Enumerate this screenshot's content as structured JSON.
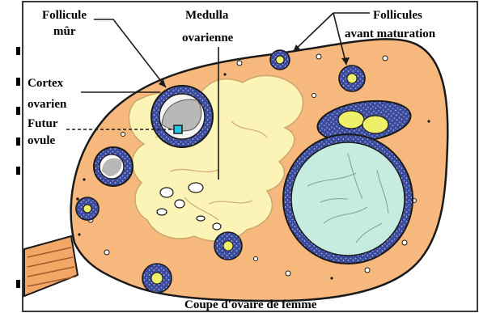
{
  "labels": {
    "follicule_mur": [
      "Follicule",
      "mûr"
    ],
    "medulla": [
      "Medulla",
      "ovarienne"
    ],
    "follicules_avant": [
      "Follicules",
      "avant maturation"
    ],
    "cortex": [
      "Cortex",
      "ovarien"
    ],
    "futur_ovule": [
      "Futur",
      "ovule"
    ],
    "caption": "Coupe d'ovaire de femme"
  },
  "colors": {
    "cortex": "#f6b87c",
    "medulla": "#fbf4b6",
    "follicle_ring": "#2f3c8c",
    "antrum_large": "#c6ece0",
    "antrum_grey": "#b8b8b8",
    "egg_core": "#eef06a",
    "outline": "#1a1a1a",
    "frame": "#3a3a3a"
  }
}
